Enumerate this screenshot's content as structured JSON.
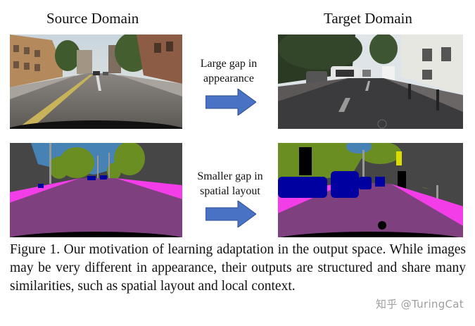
{
  "headers": {
    "source": "Source Domain",
    "target": "Target Domain"
  },
  "gaps": {
    "appearance": "Large gap in appearance",
    "layout": "Smaller gap in spatial layout"
  },
  "caption": {
    "label": "Figure 1.",
    "text": "Our motivation of learning adaptation in the output space. While images may be very different in appearance, their outputs are structured and share many similarities, such as spatial layout and local context."
  },
  "watermark": "知乎 @TuringCat",
  "colors": {
    "arrow": "#4a72c4",
    "road": "#7f407f",
    "sidewalk": "#f23de8",
    "vegetation": "#6b8e23",
    "sky": "#4682b4",
    "building": "#464646",
    "car": "#0000a0"
  }
}
